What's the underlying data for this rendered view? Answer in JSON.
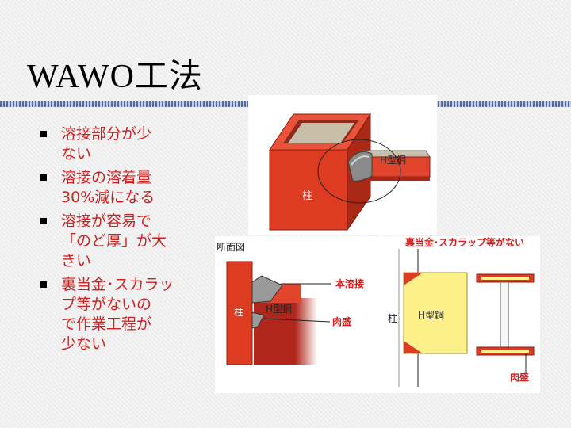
{
  "slide": {
    "title": "WAWO工法",
    "bullets": [
      "溶接部分が少\nない",
      "溶接の溶着量\n30%減になる",
      "溶接が容易で\n「のど厚」が大\nきい",
      "裏当金･スカラッ\nプ等がないの\nで作業工程が\n少ない"
    ]
  },
  "diagram_top": {
    "column_label": "柱",
    "beam_label": "H型鋼"
  },
  "diagram_section": {
    "section_title": "断面図",
    "column_label": "柱",
    "beam_label": "H型鋼",
    "weld_label": "本溶接",
    "fillet_label": "肉盛"
  },
  "diagram_right": {
    "no_backing_label": "裏当金･スカラップ等がない",
    "column_label": "柱",
    "beam_label": "H型鋼",
    "fillet_label": "肉盛"
  },
  "colors": {
    "column_red": "#dd3b22",
    "dark_red": "#b0261a",
    "beam_yellow": "#fbf08a",
    "text_red": "#cc2222"
  }
}
